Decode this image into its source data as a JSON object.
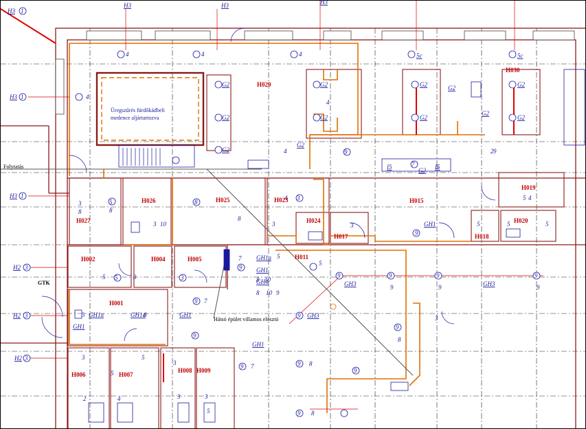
{
  "rooms": {
    "h029": "H029",
    "h030": "H030",
    "h027": "H027",
    "h026": "H026",
    "h025": "H025",
    "h023": "H023",
    "h024": "H024",
    "h017": "H017",
    "h015": "H015",
    "h019": "H019",
    "h018": "H018",
    "h020": "H020",
    "h002": "H002",
    "h004": "H004",
    "h005": "H005",
    "h011": "H011",
    "h001": "H001",
    "h006": "H006",
    "h007": "H007",
    "h008": "H008",
    "h009": "H009"
  },
  "annotations": {
    "pool_note_line1": "Üregszűrés fürdőkádbeli",
    "pool_note_line2": "medence aljártartozva",
    "continuation": "Folytatás",
    "rear_building_note": "Hátsó épület villamos elosztó",
    "gtk": "GTK"
  },
  "risers": {
    "h3": "H3",
    "h2": "H2",
    "g1": "GH1",
    "g1a": "GH1a",
    "g3": "GH3",
    "g4": "GH4",
    "g2": "G2",
    "five_c": "5c",
    "i5": "I5"
  },
  "legend_colors": {
    "wall": "#8b1a1a",
    "water": "#e07000",
    "supply_red": "#e00000",
    "tag_blue": "#1a1aa0",
    "grid_dash": "#000000"
  }
}
